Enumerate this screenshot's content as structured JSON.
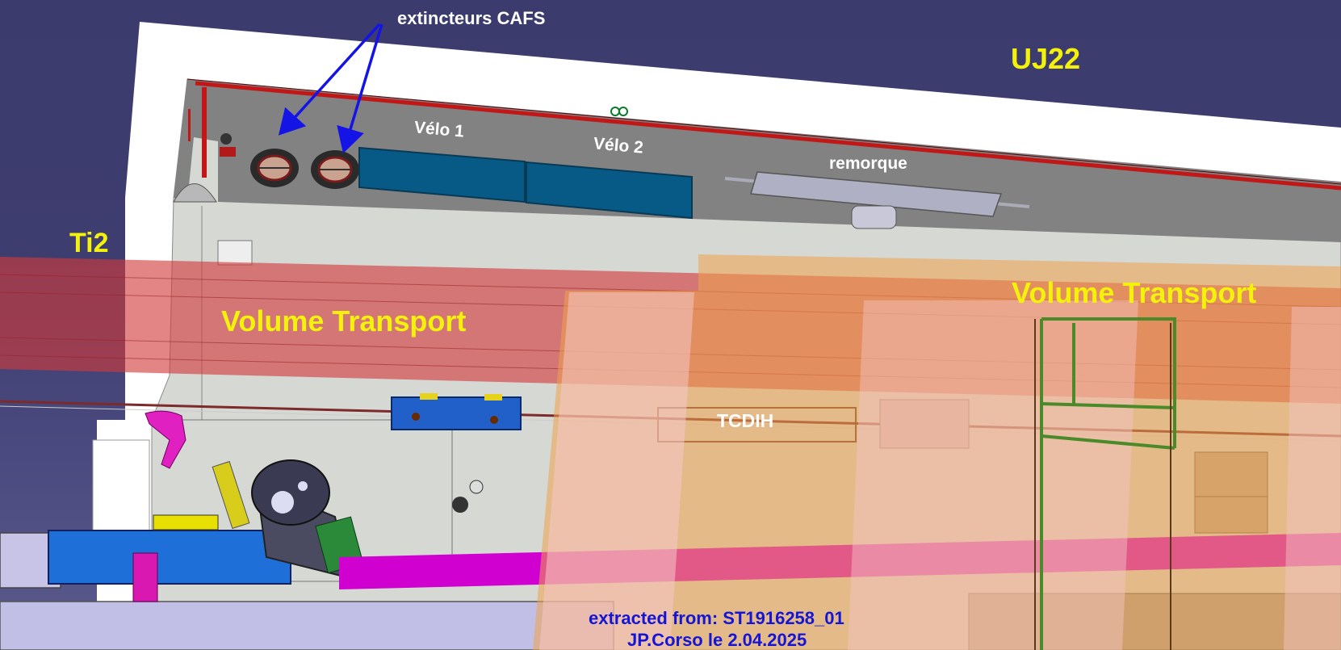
{
  "labels": {
    "tunnel_left": "Ti2",
    "cavern": "UJ22",
    "extinguishers": "extincteurs CAFS",
    "bike1": "Vélo 1",
    "bike2": "Vélo 2",
    "trailer": "remorque",
    "volume_left": "Volume Transport",
    "volume_right": "Volume Transport",
    "collimator": "TCDIH"
  },
  "credit": {
    "line1": "extracted from: ST1916258_01",
    "line2": "JP.Corso le 2.04.2025"
  },
  "colors": {
    "background": "#3c3b6d",
    "label_yellow": "#f4f20a",
    "label_blue": "#1515d8",
    "arrow_blue": "#1414e6",
    "transport_red": "#d23a3a",
    "transport_orange": "#f0a24a",
    "beamline_magenta": "#d000d0",
    "pipe_blue": "#1f6fd8",
    "bike_teal": "#075a86"
  },
  "icons": [
    "arrow-icon",
    "extinguisher-icon",
    "bike-icon",
    "trailer-icon"
  ]
}
